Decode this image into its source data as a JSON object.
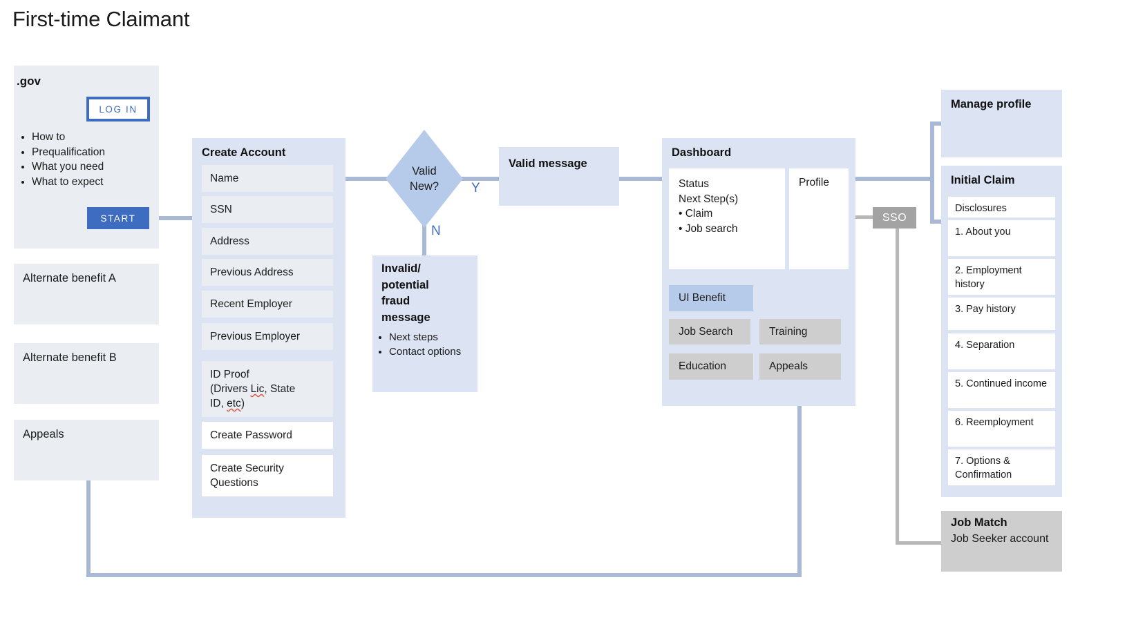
{
  "page": {
    "title": "First-time Claimant"
  },
  "gov_card": {
    "label": ".gov",
    "login_button": "LOG IN",
    "start_button": "START",
    "list": [
      "How to",
      "Prequalification",
      "What you need",
      "What to expect"
    ]
  },
  "side_cards": [
    {
      "label": "Alternate benefit A"
    },
    {
      "label": "Alternate benefit B"
    },
    {
      "label": "Appeals"
    }
  ],
  "create_account": {
    "title": "Create Account",
    "rows": [
      {
        "label": "Name",
        "style": "gray"
      },
      {
        "label": "SSN",
        "style": "gray"
      },
      {
        "label": "Address",
        "style": "gray"
      },
      {
        "label": "Previous Address",
        "style": "gray"
      },
      {
        "label": "Recent Employer",
        "style": "gray"
      },
      {
        "label": "Previous Employer",
        "style": "gray"
      },
      {
        "label": "ID Proof (Drivers Lic, State ID, etc)",
        "style": "gray"
      },
      {
        "label": "Create Password",
        "style": "white"
      },
      {
        "label": "Create Security Questions",
        "style": "white"
      }
    ],
    "id_proof_line1": "ID Proof",
    "id_proof_line2_a": "(Drivers ",
    "id_proof_line2_b": "Lic",
    "id_proof_line2_c": ", State",
    "id_proof_line3_a": "ID, ",
    "id_proof_line3_b": "etc",
    "id_proof_line3_c": ")"
  },
  "decision": {
    "line1": "Valid",
    "line2": "New?",
    "yes_label": "Y",
    "no_label": "N"
  },
  "valid_message": {
    "title": "Valid message"
  },
  "invalid_message": {
    "title": "Invalid/ potential fraud message",
    "title_line1": "Invalid/",
    "title_line2": "potential",
    "title_line3": "fraud",
    "title_line4": "message",
    "bullets": [
      "Next steps",
      "Contact options"
    ]
  },
  "dashboard": {
    "title": "Dashboard",
    "status_lines": [
      "Status",
      "Next Step(s)"
    ],
    "status_bullets": [
      "Claim",
      "Job search"
    ],
    "profile_label": "Profile",
    "chips": [
      {
        "label": "UI Benefit",
        "style": "selected"
      },
      {
        "label": "Job Search",
        "style": "gray"
      },
      {
        "label": "Training",
        "style": "gray"
      },
      {
        "label": "Education",
        "style": "gray"
      },
      {
        "label": "Appeals",
        "style": "gray"
      }
    ]
  },
  "sso": {
    "label": "SSO"
  },
  "manage_profile": {
    "title": "Manage profile"
  },
  "initial_claim": {
    "title": "Initial Claim",
    "rows": [
      {
        "num": "",
        "label": "Disclosures"
      },
      {
        "num": "1.",
        "label": "About you"
      },
      {
        "num": "2.",
        "label": "Employment history"
      },
      {
        "num": "3.",
        "label": "Pay history"
      },
      {
        "num": "4.",
        "label": "Separation"
      },
      {
        "num": "5.",
        "label": "Continued income"
      },
      {
        "num": "6.",
        "label": "Reemployment"
      },
      {
        "num": "7.",
        "label": "Options & Confirmation"
      }
    ]
  },
  "job_match": {
    "title": "Job Match",
    "subtitle": "Job Seeker account"
  },
  "colors": {
    "accent_blue": "#3d6cc0",
    "panel_light_blue": "#dce3f3",
    "panel_light_gray": "#eaeef3",
    "panel_gray": "#cecece",
    "connector_blue": "#a9b8d4",
    "connector_gray": "#b7b7b7",
    "chip_selected": "#b6cbe9",
    "sso_gray": "#a3a3a3"
  }
}
